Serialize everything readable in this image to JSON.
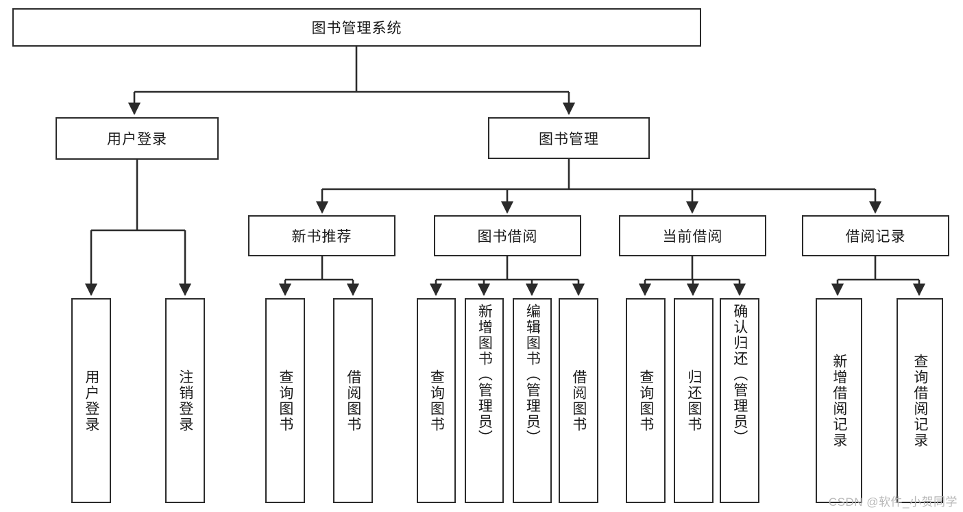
{
  "diagram": {
    "title": "图书管理系统",
    "type": "hierarchy-tree",
    "watermark": "CSDN @软件_小贺同学",
    "colors": {
      "box_border": "#2b2b2b",
      "box_fill": "#ffffff",
      "connector": "#2b2b2b",
      "text": "#1a1a1a",
      "watermark": "#b8b8b8"
    },
    "nodes": {
      "root": {
        "label": "图书管理系统",
        "level": 1,
        "orientation": "horizontal"
      },
      "l2": [
        {
          "id": "user-login",
          "label": "用户登录",
          "level": 2,
          "orientation": "horizontal"
        },
        {
          "id": "book-manage",
          "label": "图书管理",
          "level": 2,
          "orientation": "horizontal"
        }
      ],
      "l3": [
        {
          "id": "new-book-recommend",
          "label": "新书推荐",
          "level": 3,
          "orientation": "horizontal"
        },
        {
          "id": "book-borrow",
          "label": "图书借阅",
          "level": 3,
          "orientation": "horizontal"
        },
        {
          "id": "current-borrow",
          "label": "当前借阅",
          "level": 3,
          "orientation": "horizontal"
        },
        {
          "id": "borrow-record",
          "label": "借阅记录",
          "level": 3,
          "orientation": "horizontal"
        }
      ],
      "leaves": [
        {
          "id": "leaf-user-login",
          "label": "用户登录",
          "parent": "user-login",
          "orientation": "vertical"
        },
        {
          "id": "leaf-user-logout",
          "label": "注销登录",
          "parent": "user-login",
          "orientation": "vertical"
        },
        {
          "id": "leaf-query-book-1",
          "label": "查询图书",
          "parent": "new-book-recommend",
          "orientation": "vertical"
        },
        {
          "id": "leaf-borrow-book-1",
          "label": "借阅图书",
          "parent": "new-book-recommend",
          "orientation": "vertical"
        },
        {
          "id": "leaf-query-book-2",
          "label": "查询图书",
          "parent": "book-borrow",
          "orientation": "vertical"
        },
        {
          "id": "leaf-add-book",
          "label": "新增图书（管理员）",
          "parent": "book-borrow",
          "orientation": "vertical"
        },
        {
          "id": "leaf-edit-book",
          "label": "编辑图书（管理员）",
          "parent": "book-borrow",
          "orientation": "vertical"
        },
        {
          "id": "leaf-borrow-book-2",
          "label": "借阅图书",
          "parent": "book-borrow",
          "orientation": "vertical"
        },
        {
          "id": "leaf-query-book-3",
          "label": "查询图书",
          "parent": "current-borrow",
          "orientation": "vertical"
        },
        {
          "id": "leaf-return-book",
          "label": "归还图书",
          "parent": "current-borrow",
          "orientation": "vertical"
        },
        {
          "id": "leaf-confirm-return",
          "label": "确认归还（管理员）",
          "parent": "current-borrow",
          "orientation": "vertical"
        },
        {
          "id": "leaf-add-record",
          "label": "新增借阅记录",
          "parent": "borrow-record",
          "orientation": "vertical"
        },
        {
          "id": "leaf-query-record",
          "label": "查询借阅记录",
          "parent": "borrow-record",
          "orientation": "vertical"
        }
      ]
    }
  }
}
